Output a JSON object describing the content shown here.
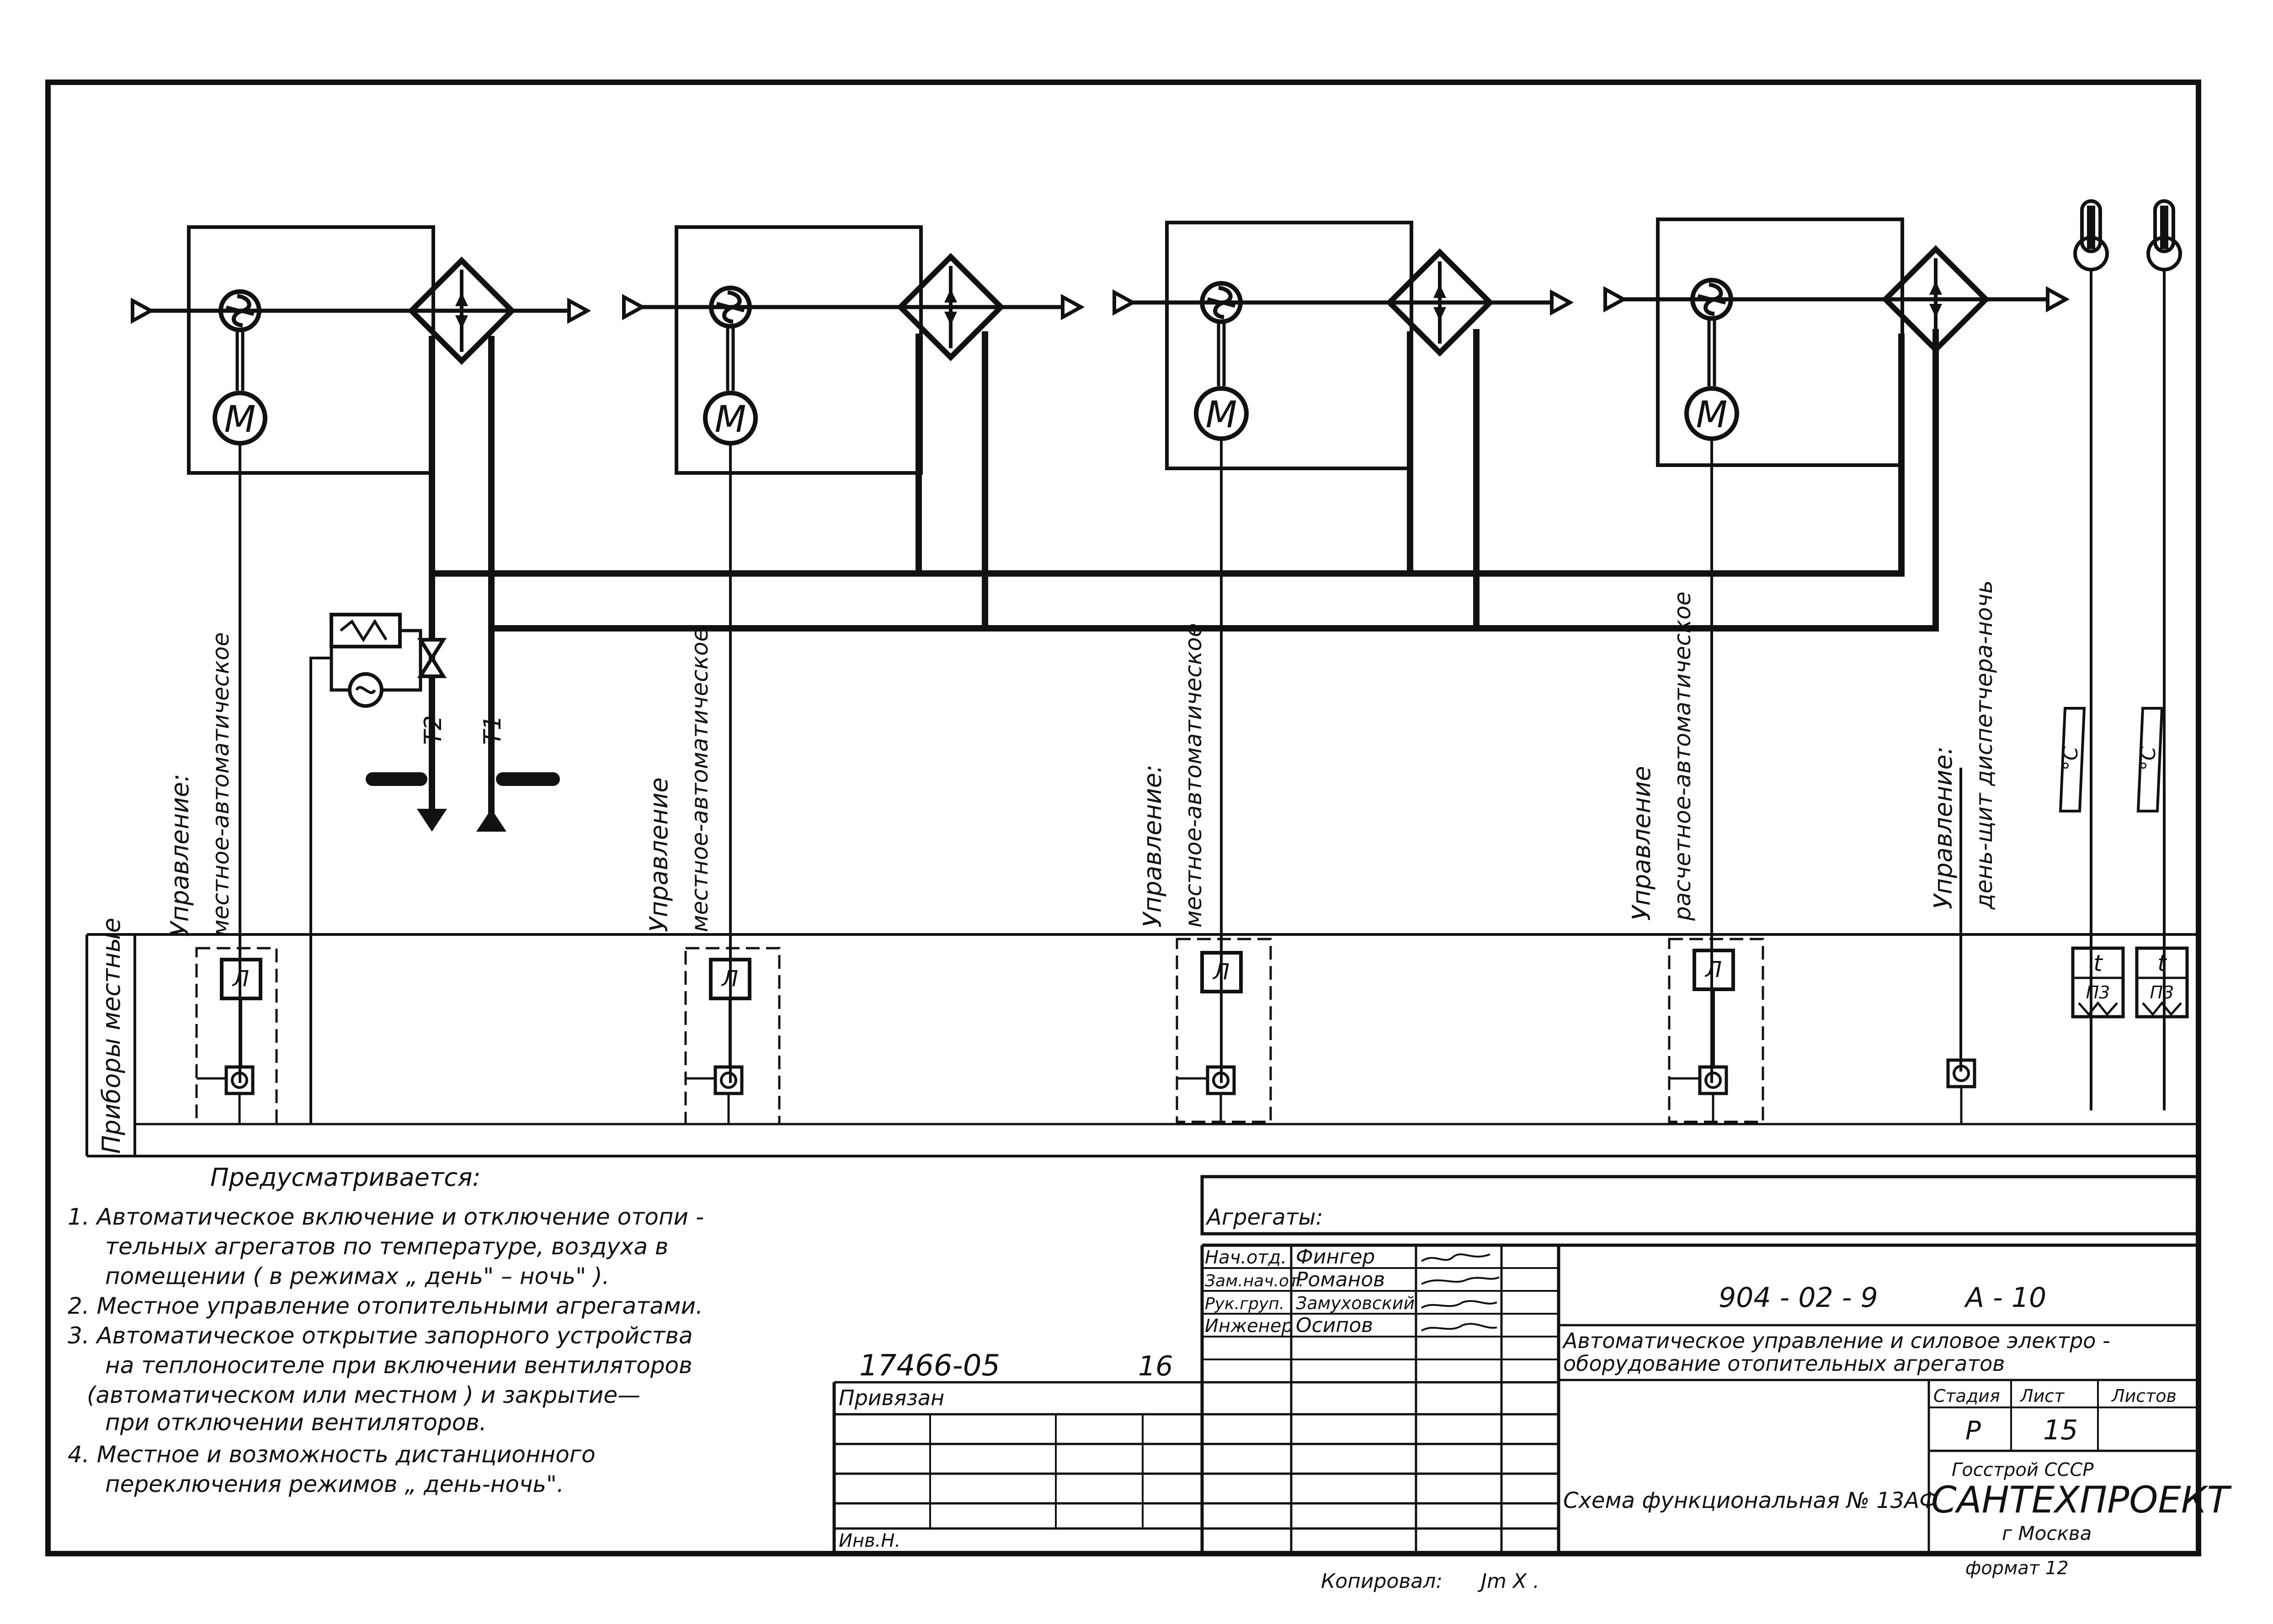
{
  "units": [
    {
      "motor_letter": "М",
      "control_title": "Управление:",
      "control_mode": "местное-автоматическое",
      "relay_letter": "Л"
    },
    {
      "motor_letter": "М",
      "control_title": "Управление",
      "control_mode": "местное-автоматическое",
      "relay_letter": "Л"
    },
    {
      "motor_letter": "М",
      "control_title": "Управление:",
      "control_mode": "местное-автоматическое",
      "relay_letter": "Л"
    },
    {
      "motor_letter": "М",
      "control_title": "Управление",
      "control_mode": "расчетное-автоматическое",
      "relay_letter": "Л"
    }
  ],
  "day_night": {
    "control_title": "Управление:",
    "control_mode": "день-щит диспетчера-ночь"
  },
  "pipes": {
    "supply_label": "Т1",
    "return_label": "Т2"
  },
  "sensors": [
    {
      "unit": "°С",
      "instrument_top": "t",
      "instrument_bottom": "П3"
    },
    {
      "unit": "°С",
      "instrument_top": "t",
      "instrument_bottom": "П3"
    }
  ],
  "row_label": "Приборы местные",
  "notes": {
    "heading": "Предусматривается:",
    "lines": [
      "1. Автоматическое включение и отключение отопи -",
      "тельных агрегатов  по температуре, воздуха в",
      "помещении ( в режимах  „ день\" – ночь\" ).",
      "2. Местное управление отопительными агрегатами.",
      "3. Автоматическое открытие запорного устройства",
      "на теплоносителе при включении вентиляторов",
      "(автоматическом или местном ) и закрытие—",
      "при отключении вентиляторов.",
      "4. Местное и возможность дистанционного",
      "переключения режимов  „ день-ночь\"."
    ]
  },
  "title_block": {
    "aggregates_label": "Агрегаты:",
    "staff": [
      {
        "role": "Нач.отд.",
        "name": "Фингер"
      },
      {
        "role": "Зам.нач.от.",
        "name": "Романов"
      },
      {
        "role": "Рук.груп.",
        "name": "Замуховский"
      },
      {
        "role": "Инженер",
        "name": "Осипов"
      }
    ],
    "project_code": "904 - 02 - 9",
    "sheet_code": "А - 10",
    "title": [
      "Автоматическое управление и силовое электро -",
      "оборудование отопительных агрегатов"
    ],
    "stage_label": "Стадия",
    "sheet_label": "Лист",
    "sheets_label": "Листов",
    "stage": "Р",
    "sheet_no": "15",
    "scheme_name": "Схема функциональная № 13АФ",
    "org_top": "Госстрой   СССР",
    "org_name": "САНТЕХПРОЕКТ",
    "org_city": "г Москва",
    "reference_no": "17466-05",
    "reference_sheet": "16",
    "bound_label": "Привязан",
    "inv_label": "Инв.Н.",
    "copied_label": "Копировал: ",
    "copied_sig": "Jm X .",
    "format_label": "формат 12"
  }
}
